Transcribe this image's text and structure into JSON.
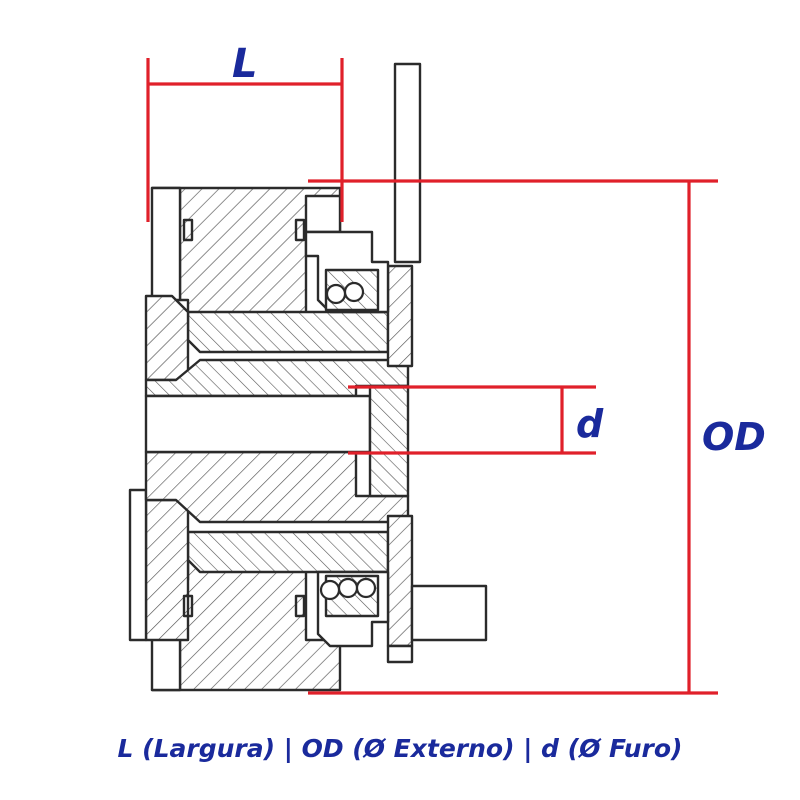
{
  "labels": {
    "length": "L",
    "bore": "d",
    "outer_diameter": "OD"
  },
  "legend": "L (Largura) | OD (Ø Externo) | d (Ø Furo)",
  "colors": {
    "outline": "#2b2b2b",
    "dimension": "#e0202a",
    "text": "#1a2a9c",
    "background": "#ffffff"
  }
}
